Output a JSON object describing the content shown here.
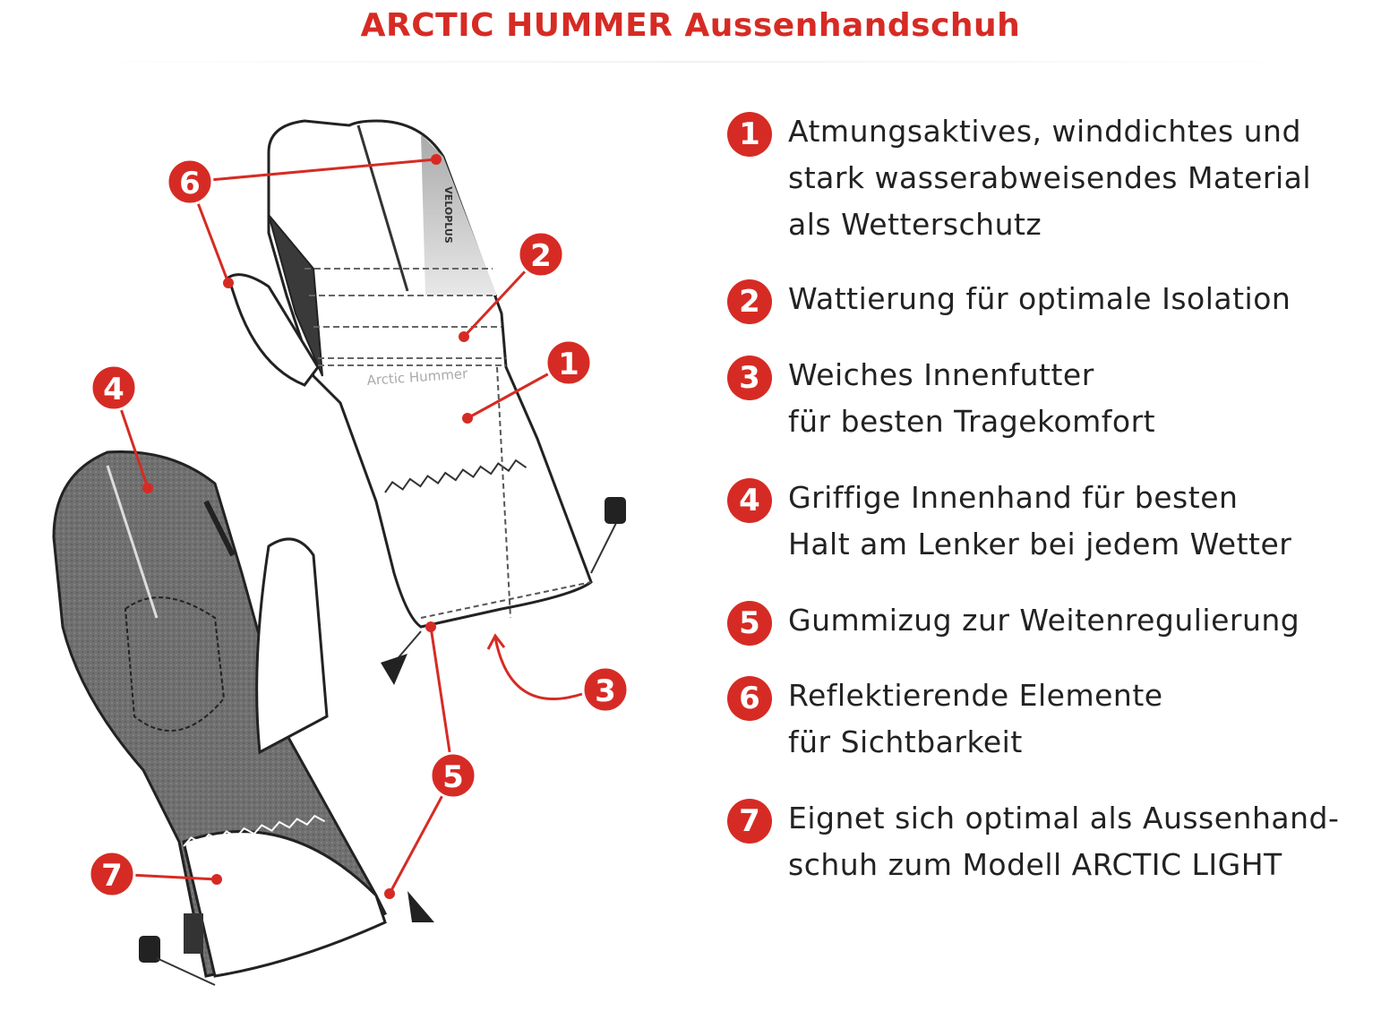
{
  "title": "ARCTIC HUMMER Aussenhandschuh",
  "colors": {
    "accent": "#d62b24",
    "text": "#222222",
    "palm": "#6b6b6b"
  },
  "glove_labels": {
    "brand": "Arctic Hummer",
    "reflective_tag": "VELOPLUS"
  },
  "features": [
    {
      "number": "1",
      "lines": [
        "Atmungsaktives, winddichtes und",
        "stark wasserabweisendes Material",
        "als Wetterschutz"
      ]
    },
    {
      "number": "2",
      "lines": [
        "Wattierung für optimale Isolation"
      ]
    },
    {
      "number": "3",
      "lines": [
        "Weiches Innenfutter",
        "für besten Tragekomfort"
      ]
    },
    {
      "number": "4",
      "lines": [
        "Griffige Innenhand für besten",
        "Halt am Lenker bei jedem Wetter"
      ]
    },
    {
      "number": "5",
      "lines": [
        "Gummizug zur Weitenregulierung"
      ]
    },
    {
      "number": "6",
      "lines": [
        "Reflektierende Elemente",
        "für Sichtbarkeit"
      ]
    },
    {
      "number": "7",
      "lines": [
        "Eignet sich optimal als Aussenhand-",
        "schuh zum Modell ARCTIC LIGHT"
      ]
    }
  ]
}
